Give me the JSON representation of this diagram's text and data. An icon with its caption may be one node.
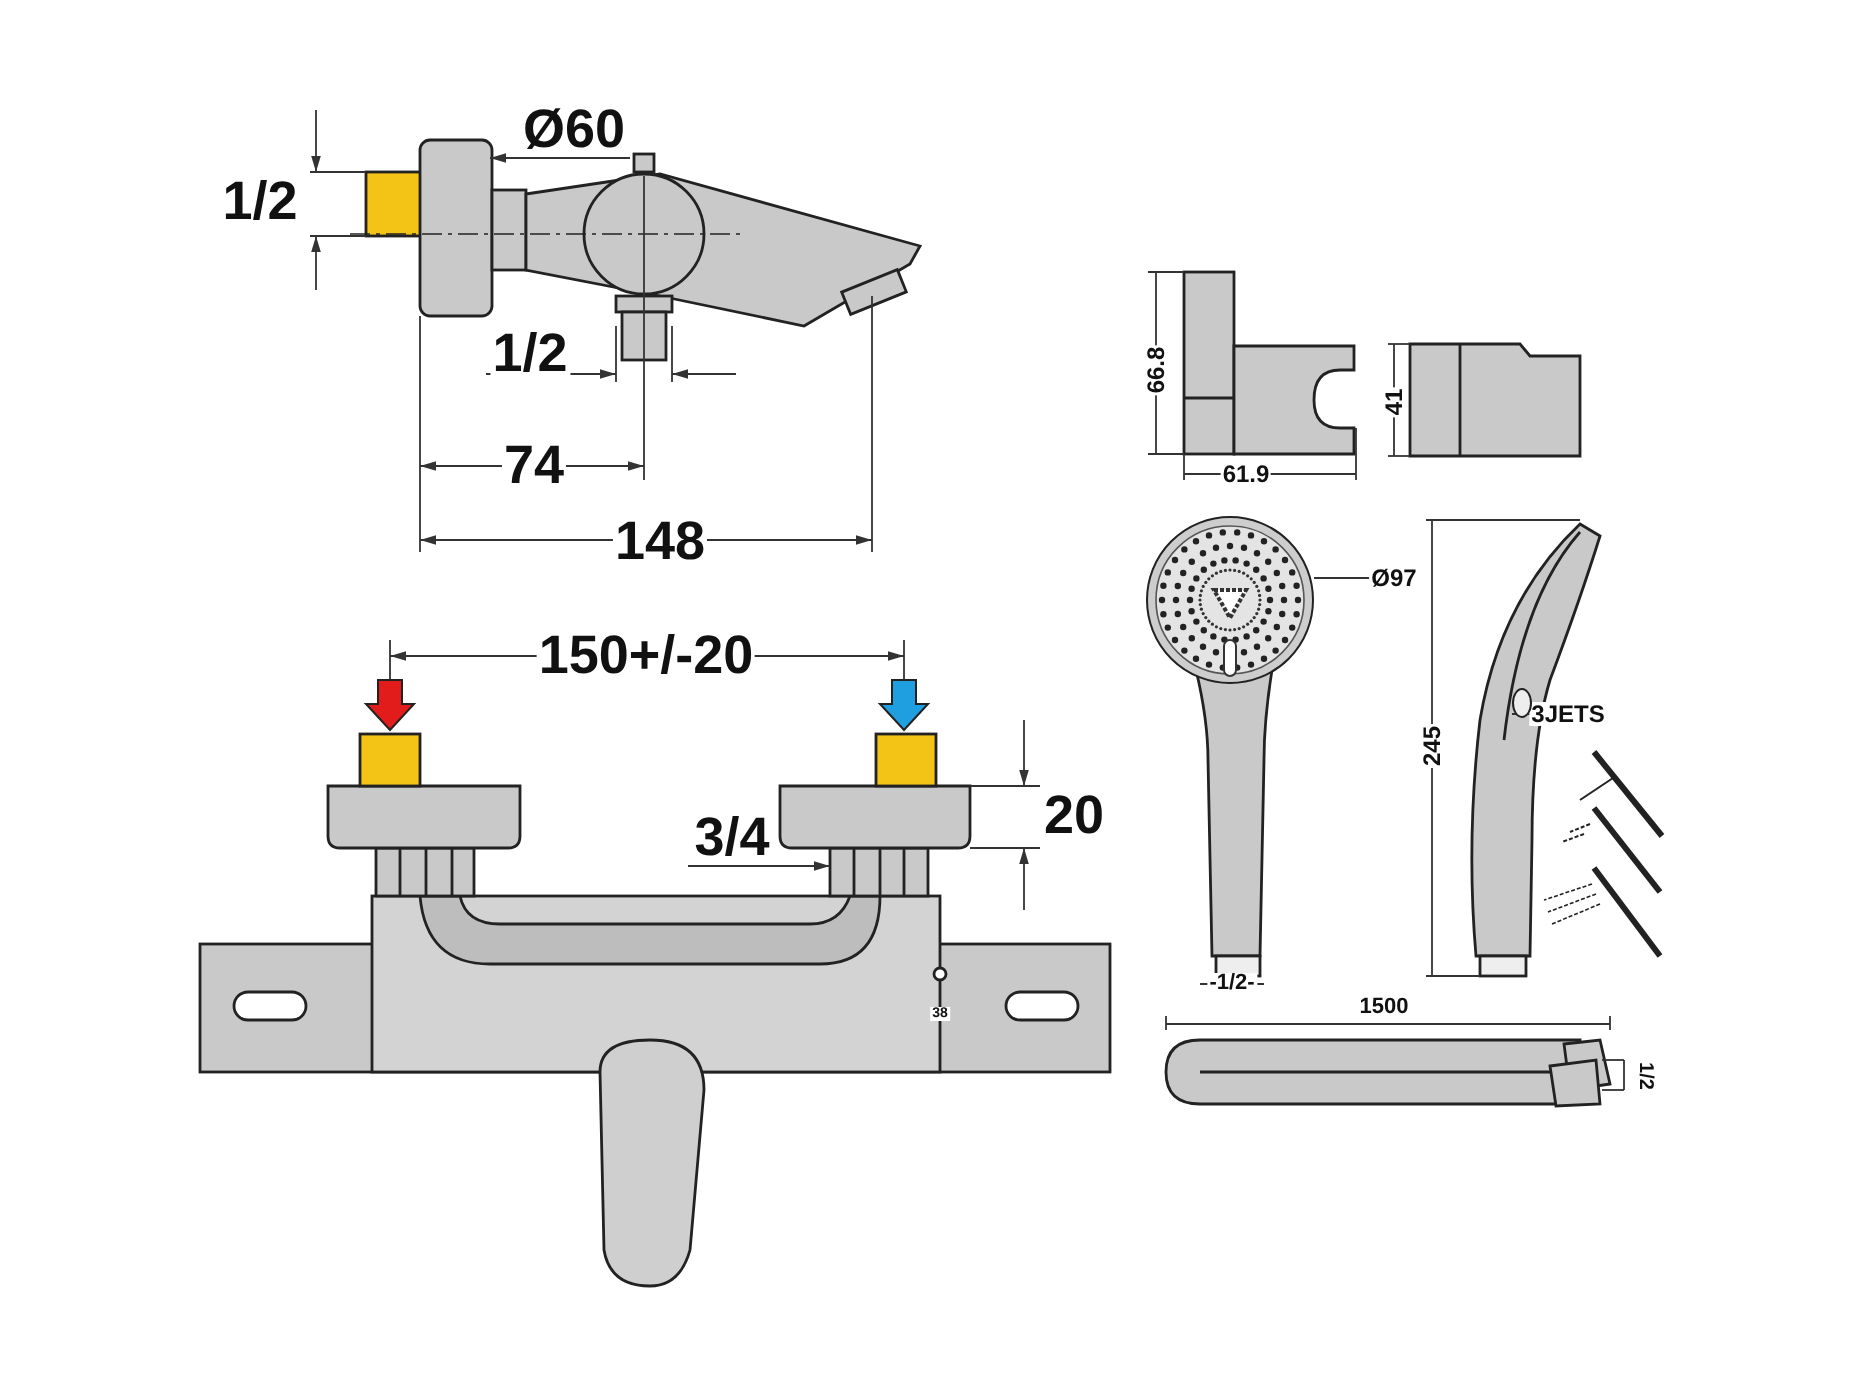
{
  "diagram": {
    "nodes": [
      {
        "text": [
          "Ø97"
        ]
      },
      {
        "text": [],
        "shape": "circle"
      },
      {
        "text": [
          "3JETS"
        ]
      },
      {
        "text": [],
        "shape": "circle"
      }
    ],
    "edges": [
      {
        "from": 0,
        "to": 1,
        "arrow": "none"
      },
      {
        "from": 2,
        "to": 3,
        "arrow": "none"
      }
    ],
    "labels": [
      "Ø60",
      "1/2",
      "1/2",
      "74",
      "148",
      "66.8",
      "41",
      "61.9",
      "245",
      "150+/-20",
      "20",
      "3/4",
      "38",
      "-1/2-",
      "1500",
      "1/2"
    ]
  }
}
